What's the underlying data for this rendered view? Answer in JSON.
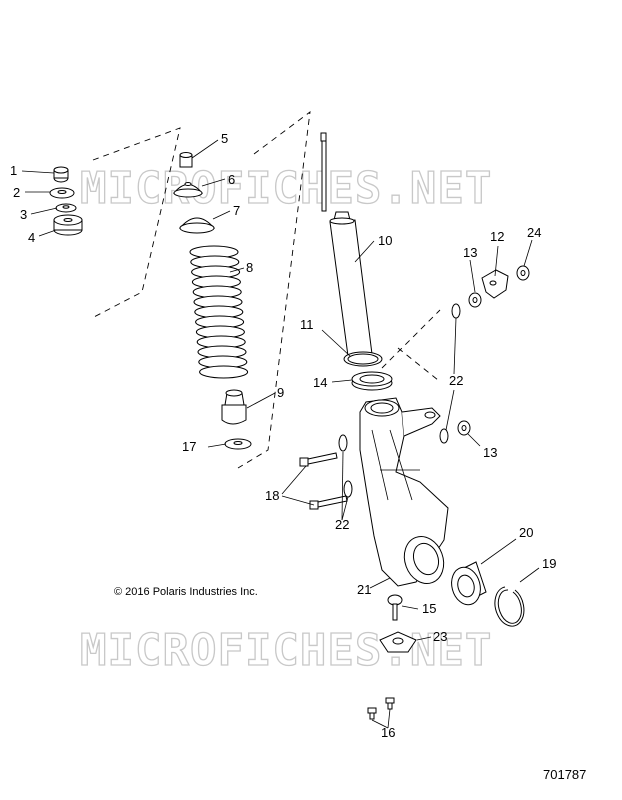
{
  "watermarks": [
    "MICROFICHES.NET",
    "MICROFICHES.NET"
  ],
  "copyright": "© 2016 Polaris Industries Inc.",
  "figure_number": "701787",
  "callouts": {
    "c1": "1",
    "c2": "2",
    "c3": "3",
    "c4": "4",
    "c5": "5",
    "c6": "6",
    "c7": "7",
    "c8": "8",
    "c9": "9",
    "c10": "10",
    "c11": "11",
    "c12": "12",
    "c13a": "13",
    "c13b": "13",
    "c14": "14",
    "c15": "15",
    "c16": "16",
    "c17": "17",
    "c18": "18",
    "c19": "19",
    "c20": "20",
    "c21": "21",
    "c22a": "22",
    "c22b": "22",
    "c23": "23",
    "c24": "24"
  }
}
